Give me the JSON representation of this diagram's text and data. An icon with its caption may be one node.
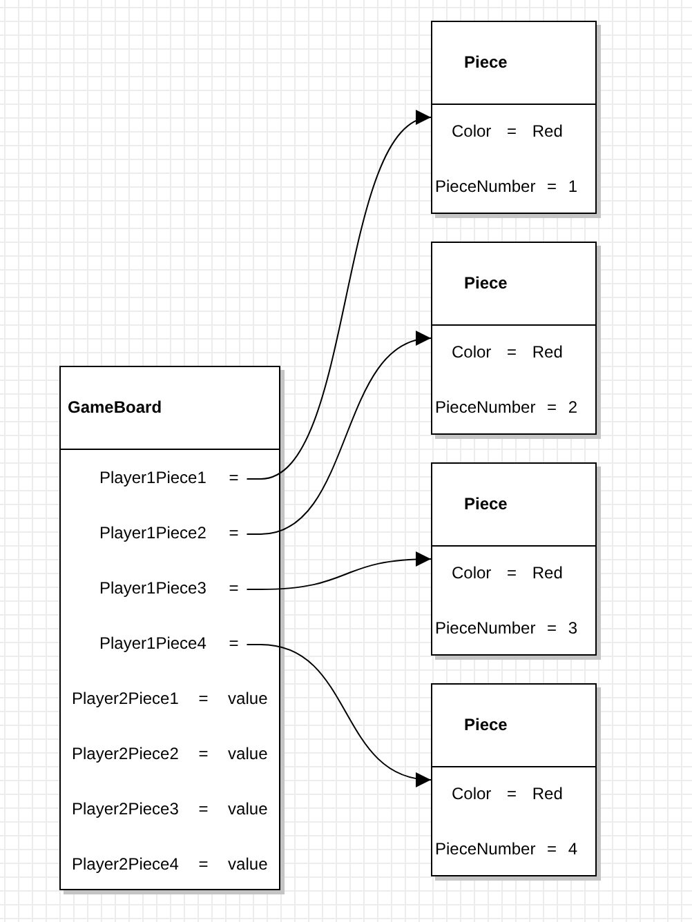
{
  "diagram": {
    "nodes": [
      {
        "text": [
          "GameBoard"
        ]
      },
      {
        "text": [
          "Player1Piece1 ="
        ],
        "in": 0
      },
      {
        "text": [
          "Player1Piece2 ="
        ],
        "in": 0
      },
      {
        "text": [
          "Player1Piece3 ="
        ],
        "in": 0
      },
      {
        "text": [
          "Player1Piece4 ="
        ],
        "in": 0
      },
      {
        "text": [
          "Player2Piece1 = value"
        ],
        "in": 0
      },
      {
        "text": [
          "Player2Piece2 = value"
        ],
        "in": 0
      },
      {
        "text": [
          "Player2Piece3 = value"
        ],
        "in": 0
      },
      {
        "text": [
          "Player2Piece4 = value"
        ],
        "in": 0
      },
      {
        "text": [
          "Piece",
          "Color = Red",
          "PieceNumber = 1"
        ]
      },
      {
        "text": [
          "Piece",
          "Color = Red",
          "PieceNumber = 2"
        ]
      },
      {
        "text": [
          "Piece",
          "Color = Red",
          "PieceNumber = 3"
        ]
      },
      {
        "text": [
          "Piece",
          "Color = Red",
          "PieceNumber = 4"
        ]
      }
    ],
    "edges": [
      {
        "from": 1,
        "to": 9,
        "arrow": "to"
      },
      {
        "from": 2,
        "to": 10,
        "arrow": "to"
      },
      {
        "from": 3,
        "to": 11,
        "arrow": "to"
      },
      {
        "from": 4,
        "to": 12,
        "arrow": "to"
      }
    ]
  }
}
